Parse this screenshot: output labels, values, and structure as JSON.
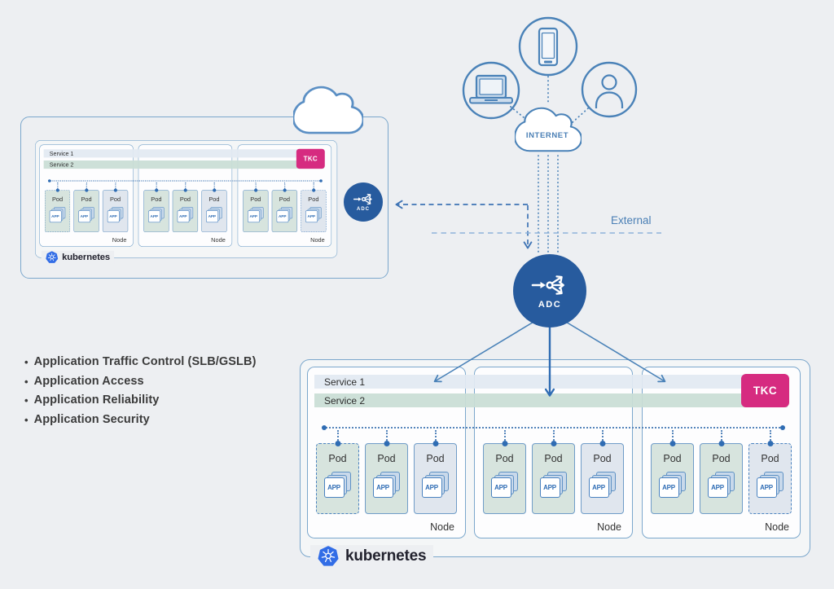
{
  "features": {
    "items": [
      "Application Traffic Control (SLB/GSLB)",
      "Application Access",
      "Application Reliability",
      "Application Security"
    ]
  },
  "internet": {
    "label": "INTERNET"
  },
  "zone": {
    "external_label": "External"
  },
  "adc": {
    "label": "ADC"
  },
  "cluster": {
    "brand": "kubernetes",
    "tkc_label": "TKC",
    "services": [
      "Service 1",
      "Service 2"
    ],
    "pod_label": "Pod",
    "app_label": "APP",
    "node_label": "Node",
    "nodes": [
      {
        "pods": [
          {
            "fill": "green",
            "dashed": true
          },
          {
            "fill": "green",
            "dashed": false
          },
          {
            "fill": "gray",
            "dashed": false
          }
        ]
      },
      {
        "pods": [
          {
            "fill": "green",
            "dashed": false
          },
          {
            "fill": "green",
            "dashed": false
          },
          {
            "fill": "gray",
            "dashed": false
          }
        ]
      },
      {
        "pods": [
          {
            "fill": "green",
            "dashed": false
          },
          {
            "fill": "green",
            "dashed": false
          },
          {
            "fill": "gray",
            "dashed": true
          }
        ]
      }
    ]
  },
  "colors": {
    "page_bg": "#edeff2",
    "line_blue": "#4a82b8",
    "border_blue": "#7ba7cc",
    "adc_fill": "#275b9e",
    "tkc_pink": "#d62b80",
    "service1_bg": "#e2eaf2",
    "service2_bg": "#c9ded5",
    "pod_green": "#d7e4de",
    "pod_gray": "#e0e6ee",
    "k8s_logo_blue": "#326de6"
  }
}
